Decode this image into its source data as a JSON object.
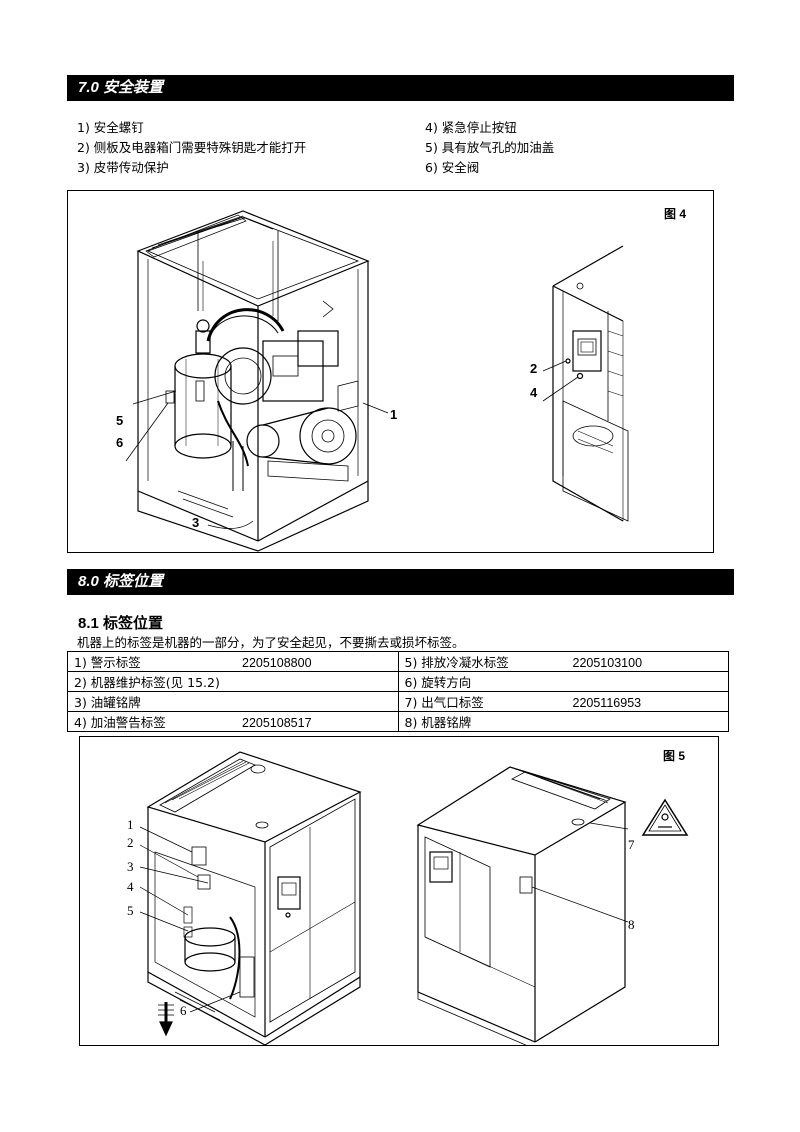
{
  "section7": {
    "title": "7.0 安全装置",
    "items_left": [
      "1) 安全螺钉",
      "2) 侧板及电器箱门需要特殊钥匙才能打开",
      "3) 皮带传动保护"
    ],
    "items_right": [
      "4) 紧急停止按钮",
      "5) 具有放气孔的加油盖",
      "6) 安全阀"
    ],
    "figure": {
      "label": "图 4",
      "callouts_left": [
        "5",
        "6",
        "3",
        "1"
      ],
      "callouts_right": [
        "2",
        "4"
      ]
    }
  },
  "section8": {
    "title": "8.0 标签位置",
    "subtitle": "8.1 标签位置",
    "intro": "机器上的标签是机器的一部分，为了安全起见，不要撕去或损坏标签。",
    "table": [
      [
        {
          "text": "1) 警示标签",
          "code": "2205108800"
        },
        {
          "text": "5) 排放冷凝水标签",
          "code": "2205103100"
        }
      ],
      [
        {
          "text": "2) 机器维护标签(见 15.2)",
          "code": ""
        },
        {
          "text": "6) 旋转方向",
          "code": ""
        }
      ],
      [
        {
          "text": "3) 油罐铭牌",
          "code": ""
        },
        {
          "text": "7) 出气口标签",
          "code": "2205116953"
        }
      ],
      [
        {
          "text": "4) 加油警告标签",
          "code": "2205108517"
        },
        {
          "text": "8) 机器铭牌",
          "code": ""
        }
      ]
    ],
    "figure": {
      "label": "图 5",
      "callouts_left": [
        "1",
        "2",
        "3",
        "4",
        "5",
        "6"
      ],
      "callouts_right": [
        "7",
        "8"
      ]
    }
  }
}
